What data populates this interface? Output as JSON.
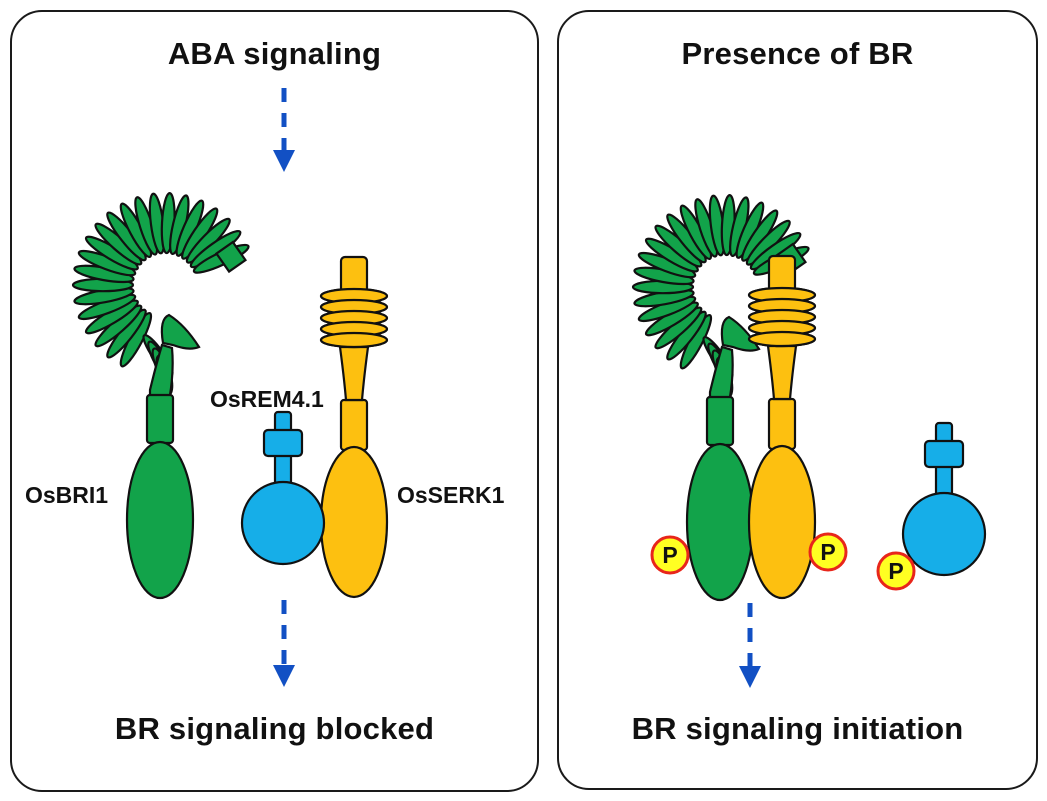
{
  "figure": {
    "panels": [
      {
        "id": "left",
        "top_label": "ABA signaling",
        "bottom_label": "BR signaling blocked",
        "proteins": [
          {
            "name": "OsBRI1",
            "color": "#12a34a"
          },
          {
            "name": "OsREM4.1",
            "color": "#16aee8"
          },
          {
            "name": "OsSERK1",
            "color": "#fdc010"
          }
        ],
        "phosphorylation_marks": 0
      },
      {
        "id": "right",
        "top_label": "Presence of BR",
        "bottom_label": "BR signaling initiation",
        "proteins": [
          {
            "name": "OsBRI1",
            "color": "#12a34a"
          },
          {
            "name": "OsSERK1",
            "color": "#fdc010"
          },
          {
            "name": "OsREM4.1",
            "color": "#16aee8"
          }
        ],
        "phosphorylation_marks": 3,
        "phospho_label": "P"
      }
    ],
    "colors": {
      "bri1_green": "#12a34a",
      "serk1_yellow": "#fdc010",
      "rem_blue": "#16aee8",
      "arrow_blue": "#1250c4",
      "phospho_fill": "#ffff22",
      "phospho_ring": "#e8261b",
      "outline": "#111111"
    }
  }
}
